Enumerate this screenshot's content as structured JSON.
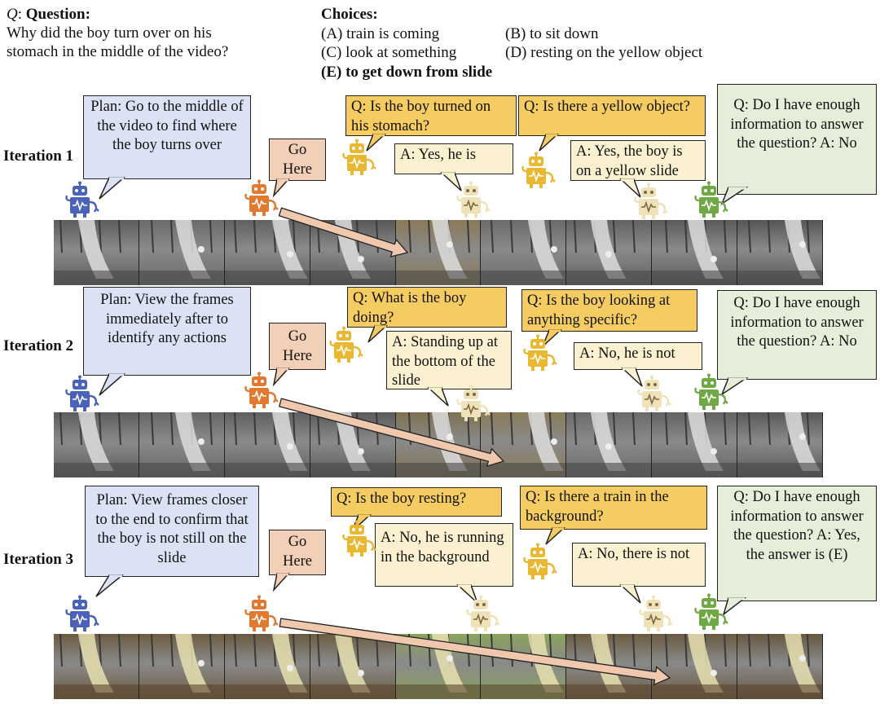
{
  "question": {
    "label": "Question:",
    "q_symbol": "Q",
    "text_line1": "Why did the boy turn over on his",
    "text_line2": "stomach in the middle of the video?"
  },
  "choices": {
    "label": "Choices:",
    "a": "(A) train is coming",
    "b": "(B) to sit down",
    "c": "(C) look at something",
    "d": "(D) resting on the yellow object",
    "e": "(E) to get down from slide"
  },
  "iterations": [
    {
      "label": "Iteration 1",
      "plan": "Plan: Go to the middle of the video to find where the boy turns over",
      "go": "Go Here",
      "q1": "Q: Is the boy turned on his stomach?",
      "a1": "A: Yes, he is",
      "q2": "Q: Is there a yellow object?",
      "a2": "A: Yes, the boy is on a yellow slide",
      "final": "Q: Do I have enough information to answer the question? A: No"
    },
    {
      "label": "Iteration 2",
      "plan": "Plan: View the frames immediately after to identify any actions",
      "go": "Go Here",
      "q1": "Q: What is the boy doing?",
      "a1": "A: Standing up at the bottom of the slide",
      "q2": "Q: Is the boy looking at anything specific?",
      "a2": "A: No, he is not",
      "final": "Q: Do I have enough information to answer the question? A: No"
    },
    {
      "label": "Iteration 3",
      "plan": "Plan: View frames closer to the end to confirm that the boy is not still on the slide",
      "go": "Go Here",
      "q1": "Q: Is the boy resting?",
      "a1": "A: No, he is running in the background",
      "q2": "Q: Is there a train in the background?",
      "a2": "A: No, there is not",
      "final": "Q: Do I have enough information to answer the question? A: Yes, the answer is (E)"
    }
  ],
  "colors": {
    "plan_bg": "#dbe2f3",
    "go_bg": "#f2cfb7",
    "question_bg": "#f5cc62",
    "answer_bg": "#fbf0cf",
    "final_bg": "#e4eed8",
    "robot_blue": "#4a63b8",
    "robot_orange": "#e07a32",
    "robot_yellow": "#e8b833",
    "robot_cream": "#f0e2b8",
    "robot_green": "#6fa845",
    "arrow": "#f0c8ad"
  },
  "robots": [
    "planner-robot-icon",
    "navigator-robot-icon",
    "questioner-robot-icon",
    "answerer-robot-icon",
    "evaluator-robot-icon"
  ],
  "frames_per_strip": 9
}
